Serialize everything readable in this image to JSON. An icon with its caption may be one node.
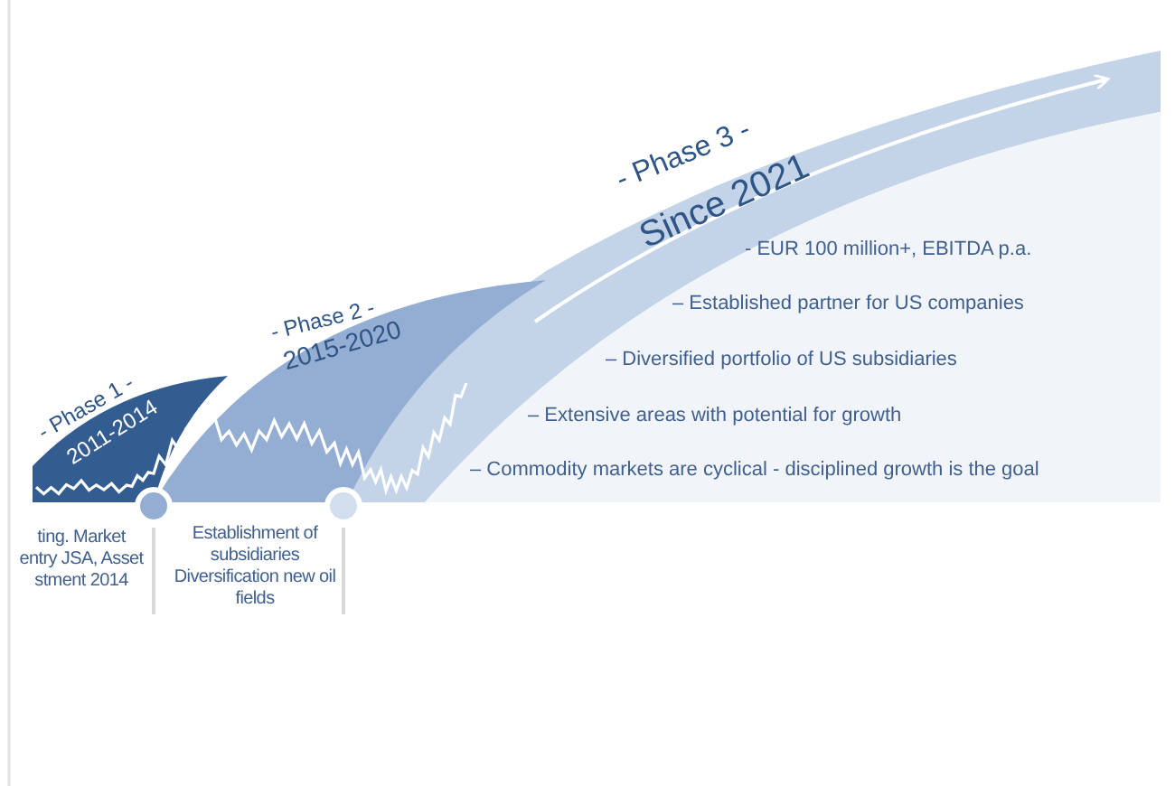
{
  "diagram": {
    "nodes": [
      {
        "text": [
          "- Phase 1 -",
          "2011-2014"
        ]
      },
      {
        "text": [
          "- Phase 2 -",
          "2015-2020"
        ]
      },
      {
        "text": [
          "- Phase 3 -",
          "Since 2021"
        ]
      }
    ],
    "labels": [
      "- EUR 100 million+, EBITDA p.a.",
      "– Established partner for US companies",
      "– Diversified portfolio of US subsidiaries",
      "– Extensive areas with potential for growth",
      "– Commodity markets are cyclical - disciplined growth is the goal",
      "ting. Market entry JSA, Asset stment 2014",
      "Establishment of subsidiaries Diversification new oil fields"
    ]
  }
}
